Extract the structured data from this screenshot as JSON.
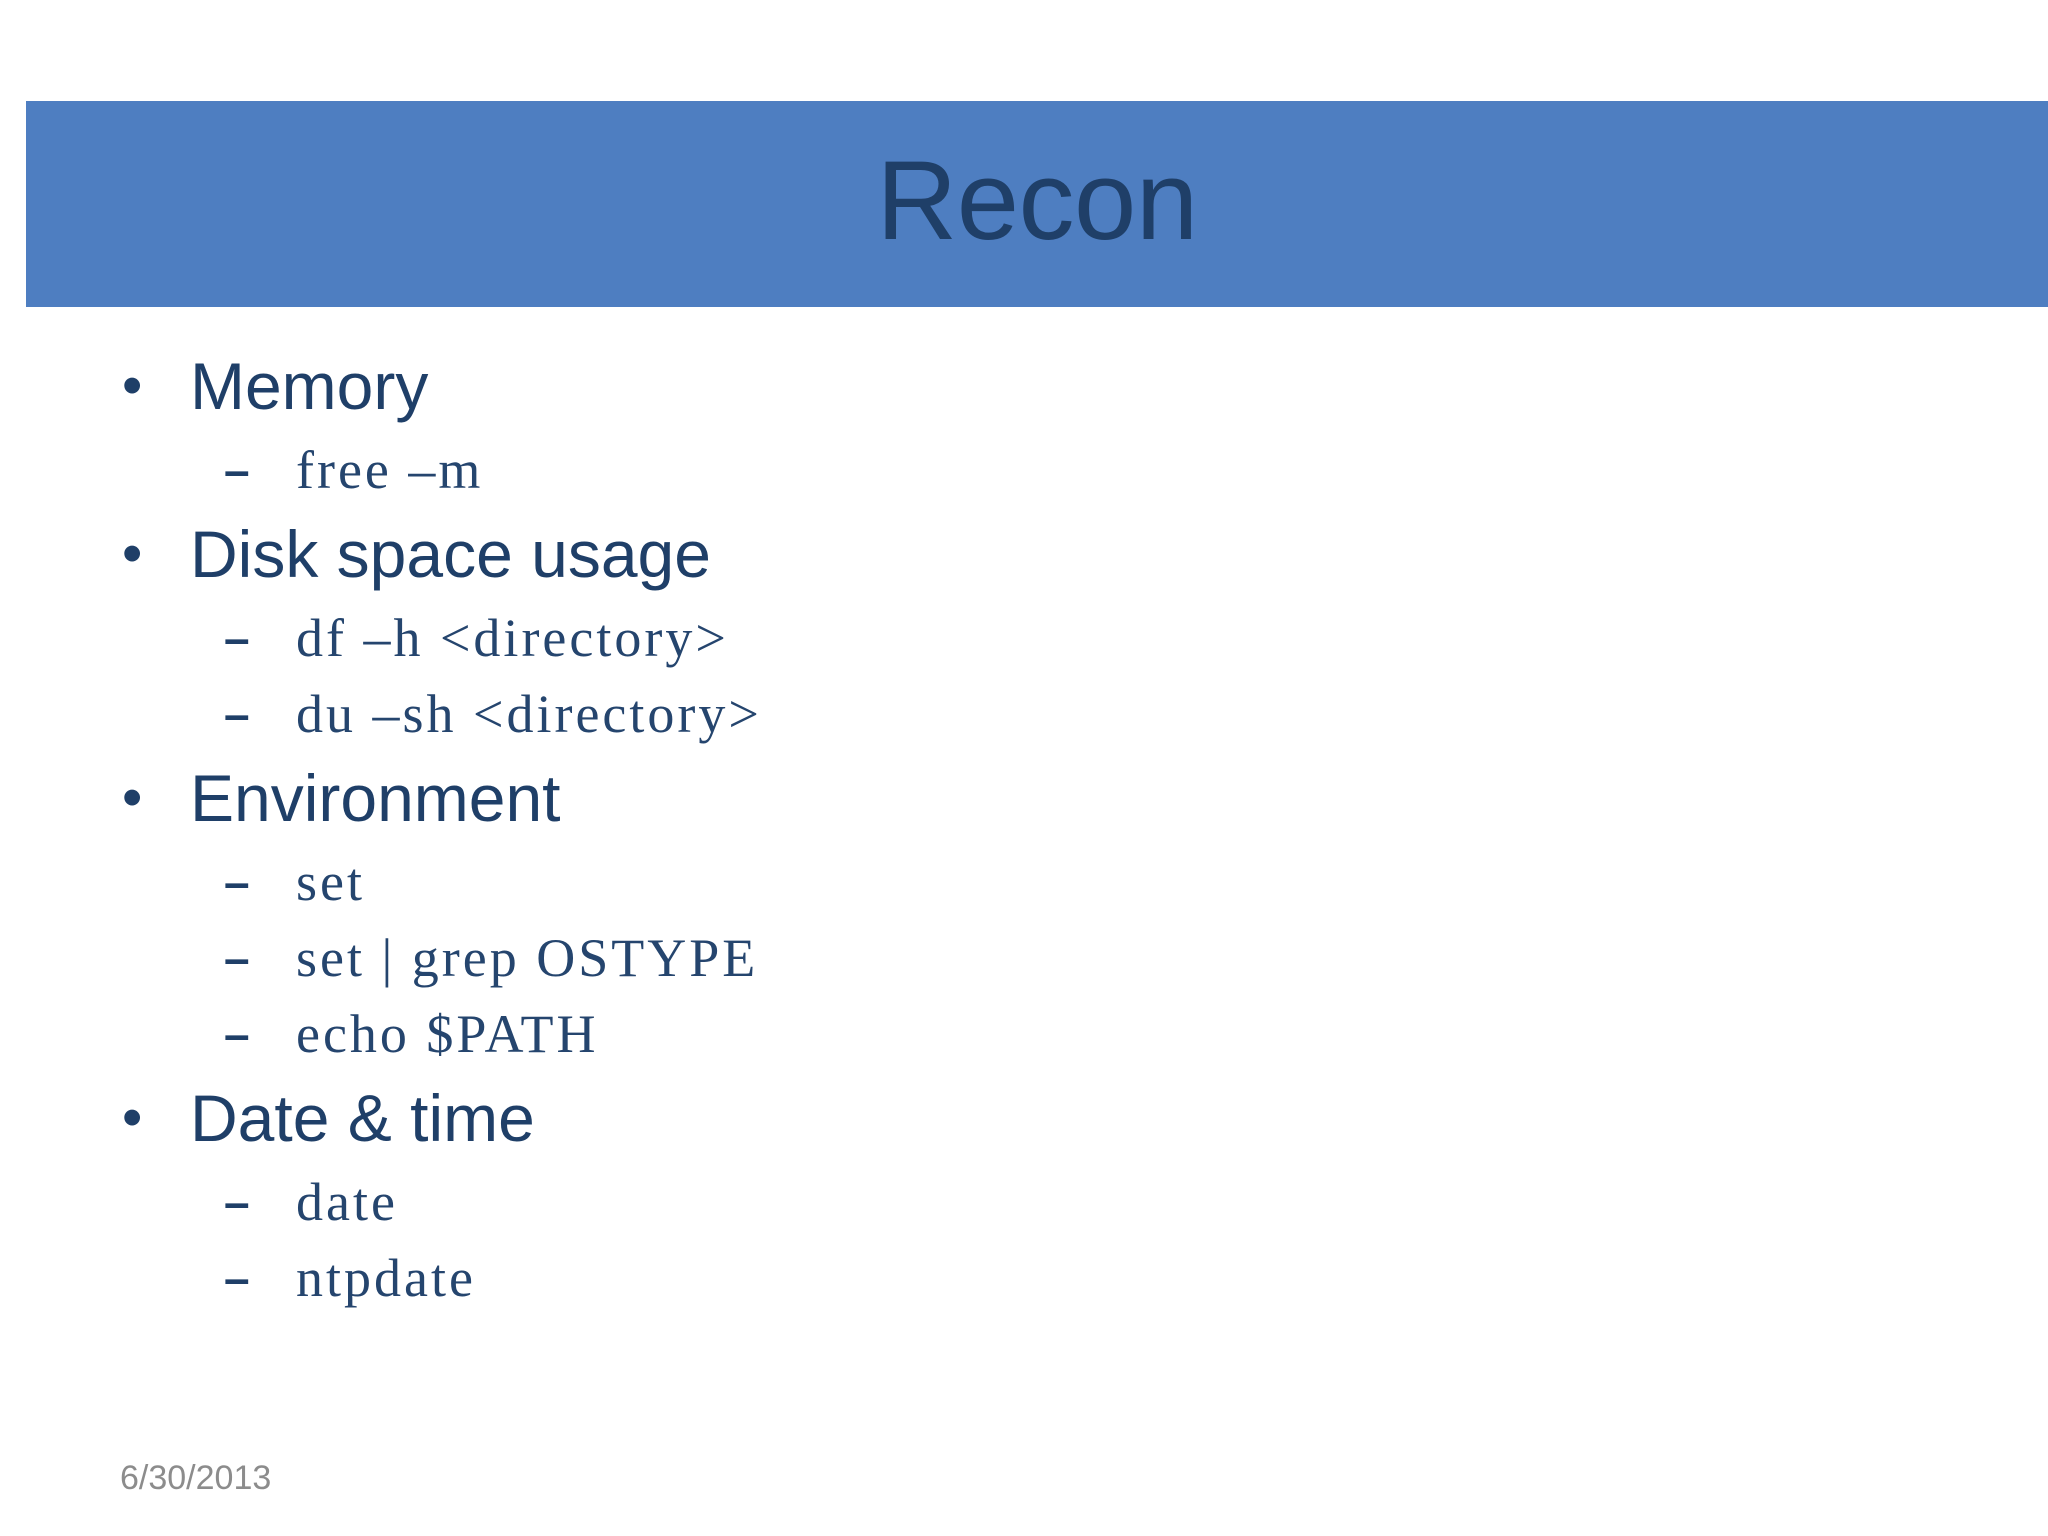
{
  "slide": {
    "title": "Recon",
    "title_banner_color": "#4e7ec1",
    "title_text_color": "#1f3f68",
    "body_text_color": "#1f3f68",
    "code_text_color": "#25456e",
    "background_color": "#ffffff",
    "bullet_glyph": "•",
    "sub_bullet_glyph": "–",
    "footer_date": "6/30/2013",
    "footer_color": "#8c8c8c",
    "groups": [
      {
        "heading": "Memory",
        "items": [
          "free –m"
        ]
      },
      {
        "heading": "Disk space usage",
        "items": [
          "df –h <directory>",
          "du –sh <directory>"
        ]
      },
      {
        "heading": "Environment",
        "items": [
          "set",
          "set | grep OSTYPE",
          "echo $PATH"
        ]
      },
      {
        "heading": "Date & time",
        "items": [
          "date",
          "ntpdate"
        ]
      }
    ]
  }
}
